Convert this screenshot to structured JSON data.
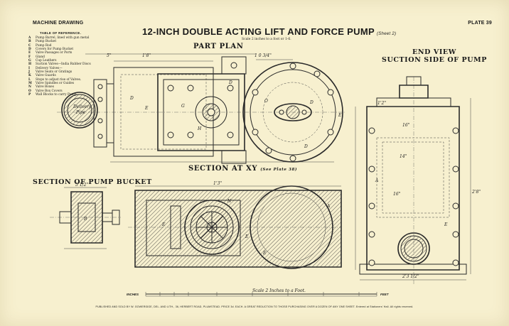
{
  "header": {
    "left": "MACHINE DRAWING",
    "right": "PLATE 39",
    "title": "12-INCH DOUBLE ACTING LIFT AND FORCE PUMP",
    "sheet": "(Sheet 2)",
    "scale_note": "Scale 2 inches to a foot or 1-6."
  },
  "reference_table": {
    "title": "TABLE OF REFERENCE.",
    "items": [
      {
        "key": "A",
        "text": "Pump Barrel, lined with gun metal"
      },
      {
        "key": "B",
        "text": "Pump Bucket"
      },
      {
        "key": "C",
        "text": "Pump Rod"
      },
      {
        "key": "D",
        "text": "Covers for Pump Bucket"
      },
      {
        "key": "E",
        "text": "Valve Passages or Ports"
      },
      {
        "key": "F",
        "text": "Gland"
      },
      {
        "key": "G",
        "text": "Cup Leathers"
      },
      {
        "key": "H",
        "text": "Suction Valves—India Rubber Discs"
      },
      {
        "key": "I",
        "text": "Delivery Valves—"
      },
      {
        "key": "J",
        "text": "Valve Seats or Gratings"
      },
      {
        "key": "K",
        "text": "Valve Guards"
      },
      {
        "key": "L",
        "text": "Stops to adjust rise of Valves."
      },
      {
        "key": "M",
        "text": "Valve Spindles or Guides"
      },
      {
        "key": "N",
        "text": "Valve Boxes"
      },
      {
        "key": "O",
        "text": "Valve Box Covers"
      },
      {
        "key": "P",
        "text": "Wall Blocks to carry Pump"
      }
    ]
  },
  "views": {
    "part_plan": "PART PLAN",
    "end_view_1": "END VIEW",
    "end_view_2": "SUCTION SIDE OF PUMP",
    "section_xy": "SECTION AT XY",
    "section_xy_note": "(See Plate 38)",
    "section_bucket": "SECTION OF PUMP BUCKET"
  },
  "scale_bar": {
    "caption": "Scale 2 Inches to a Foot.",
    "inches_label": "INCHES",
    "feet_label": "FEET"
  },
  "imprint": "PUBLISHED AND SOLD BY W. GOWERIDGE, DEL. AND LITH., 36, HERBERT ROAD, PLUMSTEAD. PRICE 3d. EACH. A GREAT REDUCTION TO THOSE PURCHASING OVER A DOZEN OF ANY ONE SHEET. Entered at Stationers' Hall. All rights reserved.",
  "colors": {
    "paper": "#f7f0cf",
    "ink": "#1a1a1a"
  }
}
